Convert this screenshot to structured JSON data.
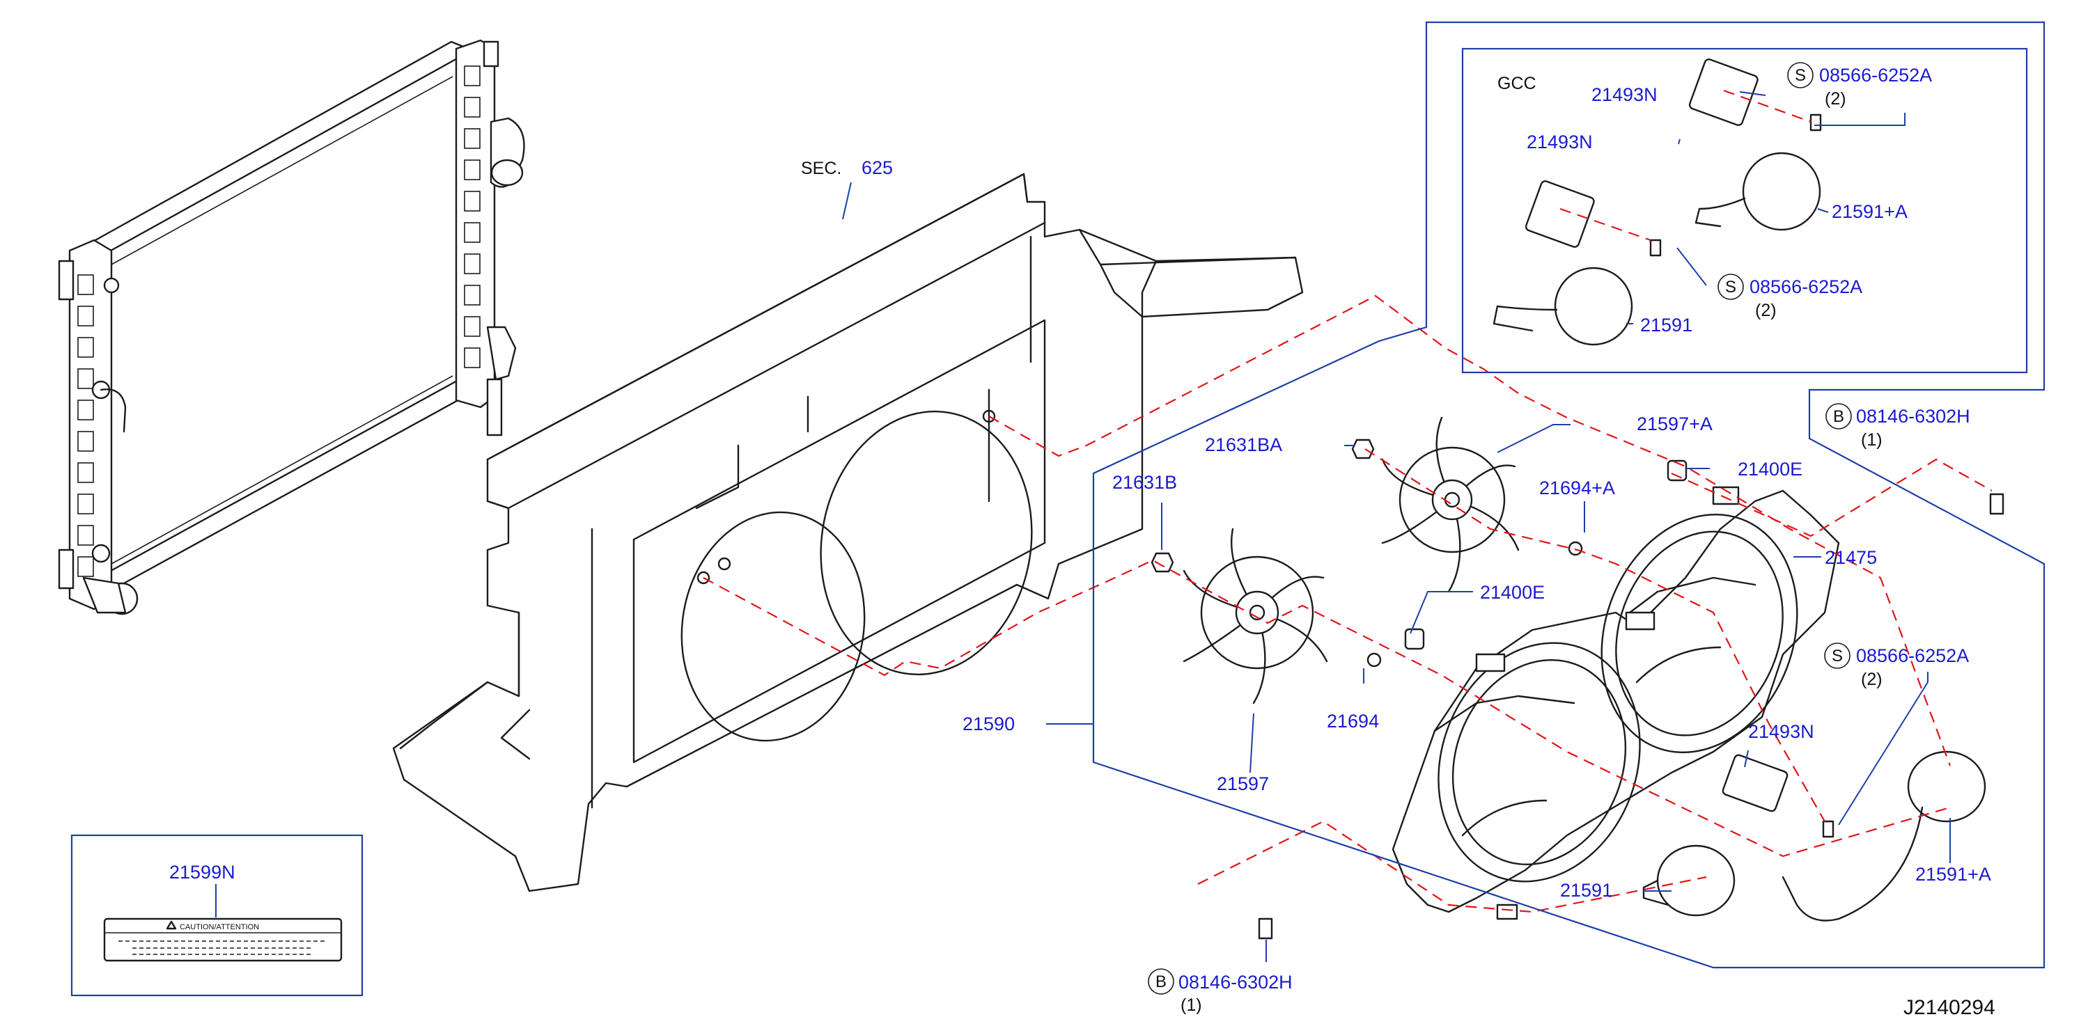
{
  "diagram_code": "J2140294",
  "section_ref": {
    "prefix": "SEC.",
    "number": "625"
  },
  "gcc_box": {
    "title": "GCC"
  },
  "labels": {
    "p21493N_a": "21493N",
    "p21493N_b": "21493N",
    "p21493N_c": "21493N",
    "p08566_a": "08566-6252A",
    "p08566_a_qty": "(2)",
    "p08566_b": "08566-6252A",
    "p08566_b_qty": "(2)",
    "p08566_c": "08566-6252A",
    "p08566_c_qty": "(2)",
    "p21591A_a": "21591+A",
    "p21591A_b": "21591+A",
    "p21591_a": "21591",
    "p21591_b": "21591",
    "p08146_a": "08146-6302H",
    "p08146_a_qty": "(1)",
    "p08146_b": "08146-6302H",
    "p08146_b_qty": "(1)",
    "p21597A": "21597+A",
    "p21631BA": "21631BA",
    "p21400E_a": "21400E",
    "p21400E_b": "21400E",
    "p21694A": "21694+A",
    "p21631B": "21631B",
    "p21475": "21475",
    "p21590": "21590",
    "p21694": "21694",
    "p21597": "21597",
    "p21599N": "21599N"
  },
  "circle_markers": {
    "screw": "S",
    "bolt": "B"
  },
  "caution_label": {
    "text": "CAUTION/ATTENTION"
  }
}
